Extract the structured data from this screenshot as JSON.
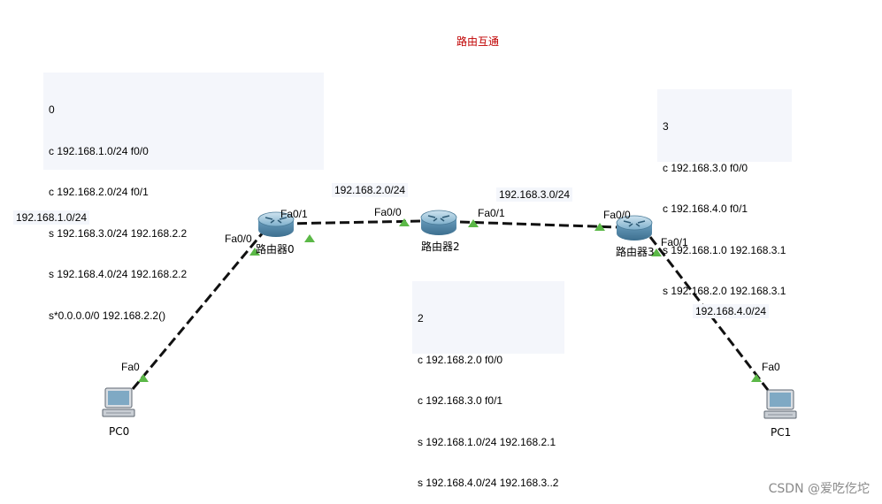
{
  "title": "路由互通",
  "routing_tables": {
    "r0": {
      "header": "0",
      "lines": [
        "c 192.168.1.0/24 f0/0",
        "c 192.168.2.0/24 f0/1",
        "s 192.168.3.0/24 192.168.2.2",
        "s 192.168.4.0/24 192.168.2.2",
        "s*0.0.0.0/0 192.168.2.2()"
      ]
    },
    "r2": {
      "header": "2",
      "lines": [
        "c 192.168.2.0 f0/0",
        "c 192.168.3.0 f0/1",
        "s 192.168.1.0/24 192.168.2.1",
        "s 192.168.4.0/24 192.168.3..2"
      ]
    },
    "r3": {
      "header": "3",
      "lines": [
        "c 192.168.3.0 f0/0",
        "c 192.168.4.0 f0/1",
        "s 192.168.1.0 192.168.3.1",
        "s 192.168.2.0 192.168.3.1"
      ]
    }
  },
  "networks": {
    "net1": "192.168.1.0/24",
    "net2": "192.168.2.0/24",
    "net3": "192.168.3.0/24",
    "net4": "192.168.4.0/24"
  },
  "devices": {
    "router0": "路由器0",
    "router2": "路由器2",
    "router3": "路由器3",
    "pc0": "PC0",
    "pc1": "PC1"
  },
  "ports": {
    "r0_fa00": "Fa0/0",
    "r0_fa01": "Fa0/1",
    "r2_fa00": "Fa0/0",
    "r2_fa01": "Fa0/1",
    "r3_fa00": "Fa0/0",
    "r3_fa01": "Fa0/1",
    "pc0_fa0": "Fa0",
    "pc1_fa0": "Fa0"
  },
  "colors": {
    "link_indicator": "#5bb847",
    "router_body": "#5a8fb0",
    "title": "#c00000"
  },
  "watermark": "CSDN @爱吃仡坨"
}
